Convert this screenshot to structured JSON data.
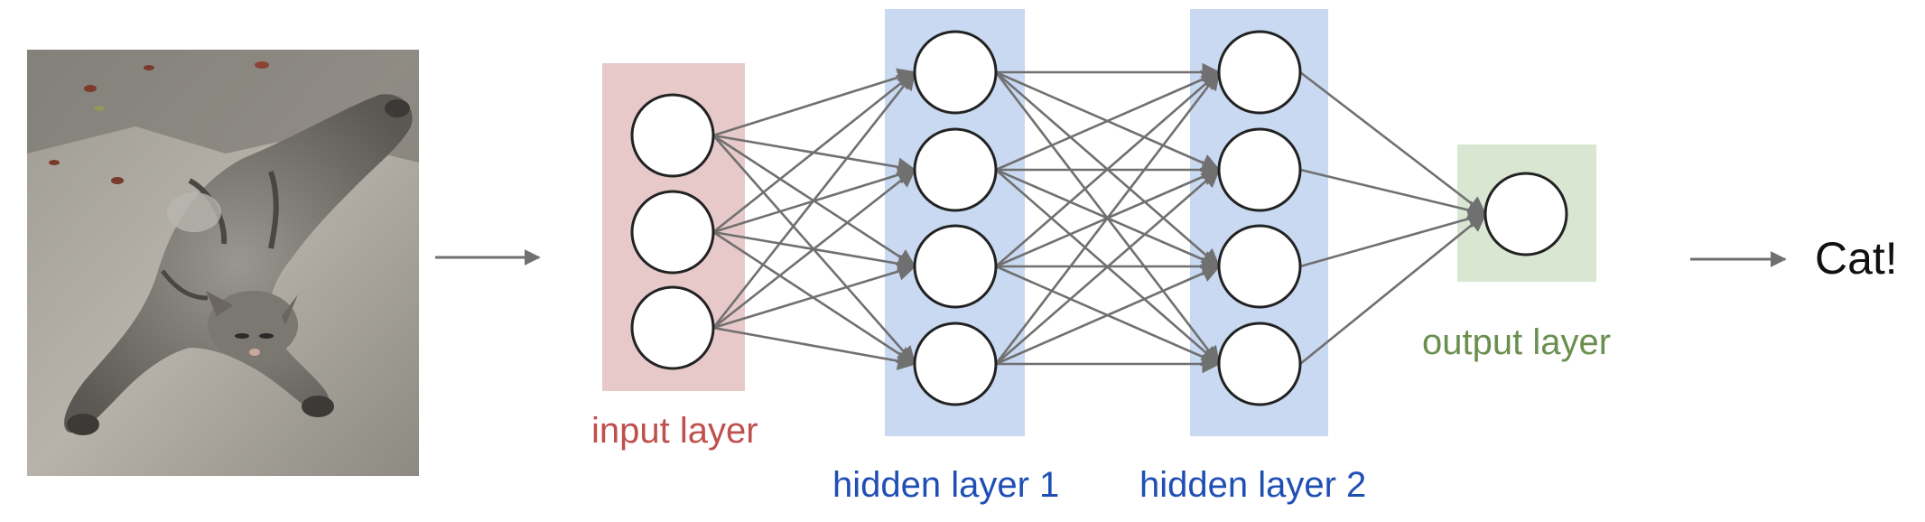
{
  "labels": {
    "input": "input layer",
    "hidden1": "hidden layer 1",
    "hidden2": "hidden layer 2",
    "output": "output layer",
    "result": "Cat!"
  },
  "image": {
    "subject": "tabby cat lying on its back on pavement"
  },
  "network": {
    "layers": [
      {
        "name": "input-layer",
        "neurons": 3,
        "color": "#e8c9c9"
      },
      {
        "name": "hidden-layer-1",
        "neurons": 4,
        "color": "#c9d9f1"
      },
      {
        "name": "hidden-layer-2",
        "neurons": 4,
        "color": "#c9d9f1"
      },
      {
        "name": "output-layer",
        "neurons": 1,
        "color": "#d9e6d2"
      }
    ],
    "fully_connected": true
  },
  "colors": {
    "input_label": "#c0504d",
    "hidden_label": "#1f4fb5",
    "output_label": "#6a8f4f",
    "arrow": "#707070",
    "neuron_stroke": "#222222",
    "result_text": "#111111"
  }
}
